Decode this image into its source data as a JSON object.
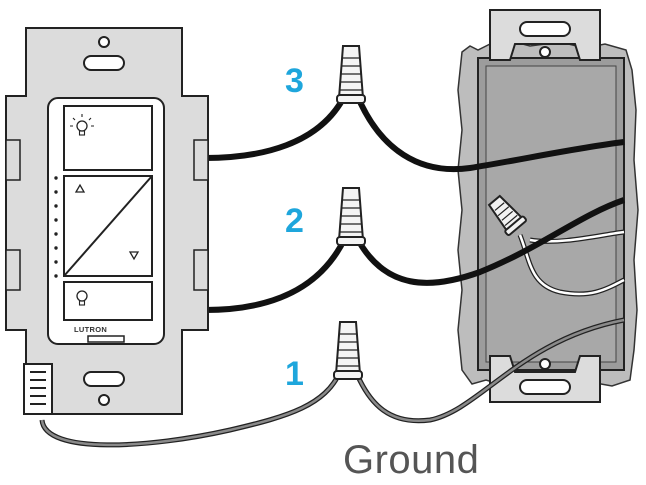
{
  "diagram": {
    "steps": [
      {
        "number": "3"
      },
      {
        "number": "2"
      },
      {
        "number": "1"
      }
    ],
    "ground_label": "Ground",
    "brand_label": "LUTRON",
    "colors": {
      "step_number": "#1ea6dc",
      "wire_hot": "#111111",
      "wire_ground": "#777777",
      "plate": "#dcdcdc",
      "box": "#a9a9a9",
      "outline": "#222222"
    },
    "icons": [
      "light-bulb-on-icon",
      "arrow-up-icon",
      "arrow-down-icon",
      "light-bulb-off-icon",
      "wire-nut-icon"
    ]
  }
}
